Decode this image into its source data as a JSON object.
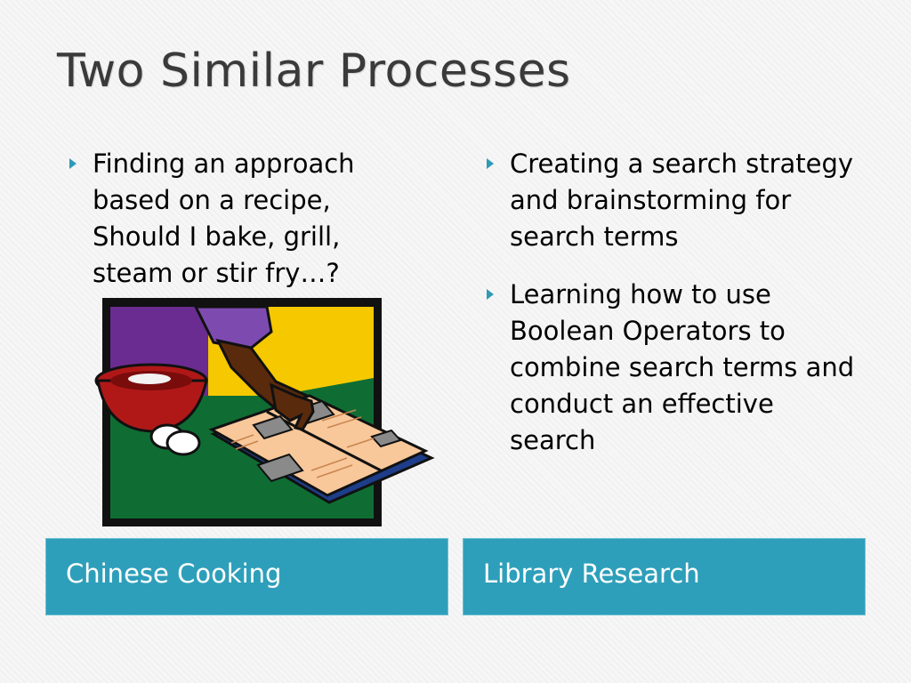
{
  "slide": {
    "title": "Two Similar Processes"
  },
  "left_column": {
    "bullets": [
      "Finding an approach based on a recipe, Should I bake, grill, steam or stir fry…?"
    ],
    "caption": "Chinese Cooking"
  },
  "right_column": {
    "bullets": [
      "Creating a search strategy and brainstorming for search terms",
      "Learning how to use Boolean Operators to combine search terms and conduct an effective search"
    ],
    "caption": "Library Research"
  },
  "colors": {
    "accent": "#2e9fba",
    "title_text": "#3a3a3a",
    "caption_text": "#ffffff"
  },
  "icons": {
    "bullet": "triangle-bullet-icon",
    "illustration": "cooking-recipe-book-clipart"
  }
}
